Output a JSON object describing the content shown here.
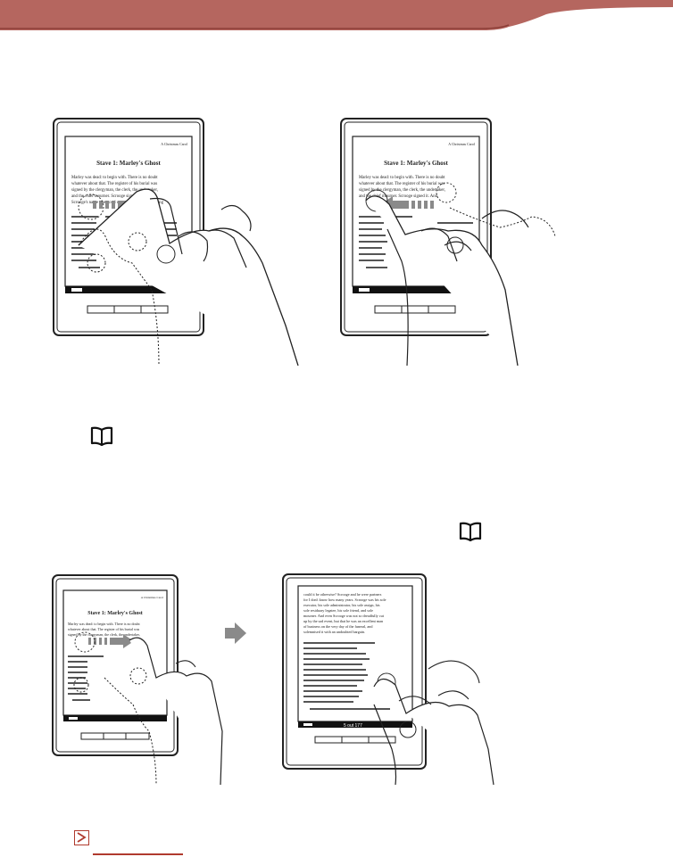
{
  "illustrations": {
    "book_title": "A Christmas Carol",
    "chapter_title": "Stave 1: Marley's Ghost",
    "paragraph_lines": [
      "Marley was dead: to begin with. There is no doubt",
      "whatever about that. The register of his burial was",
      "signed by the clergyman, the clerk, the undertaker,",
      "and the chief mourner. Scrooge signed it. And",
      "Scrooge's name was good upon 'Change, for anything"
    ],
    "next_page_lines": [
      "could it be otherwise? Scrooge and he were partners",
      "for I don't know how many years. Scrooge was his sole",
      "executor, his sole administrator, his sole assign, his",
      "sole residuary legatee, his sole friend, and sole",
      "mourner. And even Scrooge was not so dreadfully cut",
      "up by the sad event, but that he was an excellent man",
      "of business on the very day of the funeral, and",
      "solemnised it with an undoubted bargain."
    ],
    "page_indicator": "5 out 177"
  },
  "icons": {
    "book_icon_1": "book-icon",
    "book_icon_2": "book-icon",
    "next_icon": "chevron-right-icon"
  },
  "colors": {
    "header_band": "#b5665f",
    "link_red": "#b03a2e",
    "arrow_gray": "#8a8a8a"
  }
}
